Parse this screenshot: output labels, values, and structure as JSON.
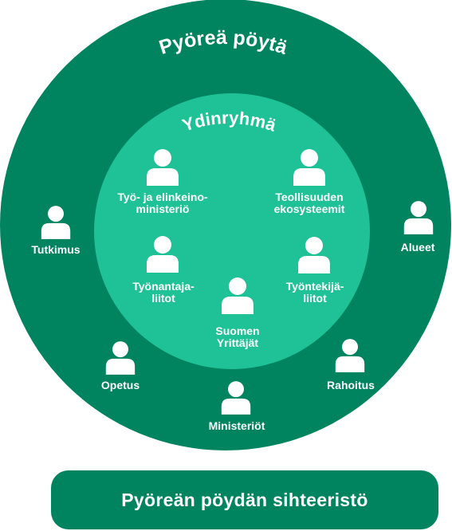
{
  "outer_ring": {
    "title": "Pyöreä pöytä",
    "color": "#00845f"
  },
  "inner_circle": {
    "title": "Ydinryhmä",
    "color": "#1fc196"
  },
  "core_members": [
    {
      "id": "tem",
      "label": "Työ- ja elinkeino-\nministeriö",
      "icon": "person-icon"
    },
    {
      "id": "teollisuus",
      "label": "Teollisuuden\nekosysteemit",
      "icon": "person-icon"
    },
    {
      "id": "tyonantaja",
      "label": "Työnantaja-\nliitot",
      "icon": "person-icon"
    },
    {
      "id": "tyontekija",
      "label": "Työntekijä-\nliitot",
      "icon": "person-icon"
    },
    {
      "id": "yrittajat",
      "label": "Suomen\nYrittäjät",
      "icon": "person-icon"
    }
  ],
  "outer_members": [
    {
      "id": "tutkimus",
      "label": "Tutkimus",
      "icon": "person-icon"
    },
    {
      "id": "alueet",
      "label": "Alueet",
      "icon": "person-icon"
    },
    {
      "id": "opetus",
      "label": "Opetus",
      "icon": "person-icon"
    },
    {
      "id": "rahoitus",
      "label": "Rahoitus",
      "icon": "person-icon"
    },
    {
      "id": "ministeriot",
      "label": "Ministeriöt",
      "icon": "person-icon"
    }
  ],
  "footer": {
    "label": "Pyöreän pöydän sihteeristö",
    "color": "#00845f"
  }
}
